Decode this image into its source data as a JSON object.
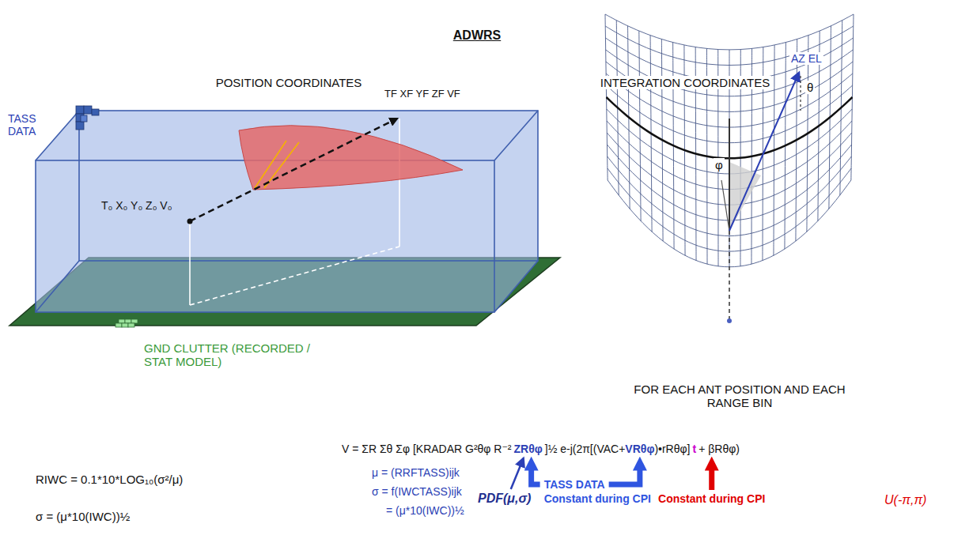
{
  "diagram": {
    "title": "ADWRS",
    "labels": [
      "POSITION COORDINATES",
      "TASS DATA",
      "T₀ X₀ Y₀ Z₀ V₀",
      "TF XF YF ZF VF",
      "GND CLUTTER (RECORDED / STAT MODEL)",
      "INTEGRATION COORDINATES",
      "AZ EL",
      "θ",
      "φ",
      "FOR EACH ANT POSITION AND EACH RANGE BIN",
      "V = ΣR Σθ Σφ [KRADAR G²θφ R⁻²",
      "ZRθφ",
      "]½ e-j(2π[(VAC+",
      "VRθφ",
      ")•rRθφ]",
      "t",
      "+ βRθφ)",
      "RIWC = 0.1*10*LOG₁₀(σ²/μ)",
      "σ = (μ*10(IWC))½",
      "μ = (RRFTASS)ijk",
      "σ = f(IWCTASS)ijk",
      "= (μ*10(IWC))½",
      "PDF(μ,σ)",
      "TASS DATA",
      "Constant during CPI",
      "Constant during CPI",
      "U(-π,π)"
    ]
  }
}
